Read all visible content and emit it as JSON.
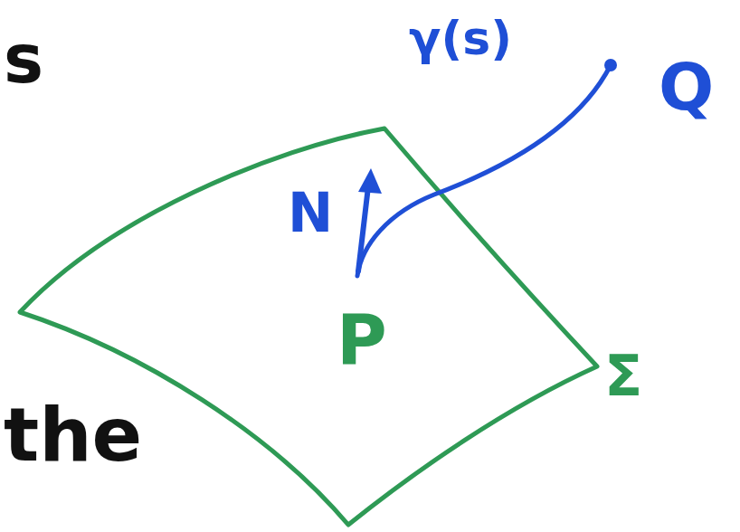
{
  "diagram": {
    "labels": [
      "s",
      "γ(s)",
      "Q",
      "N",
      "P",
      "Σ",
      "the"
    ]
  }
}
